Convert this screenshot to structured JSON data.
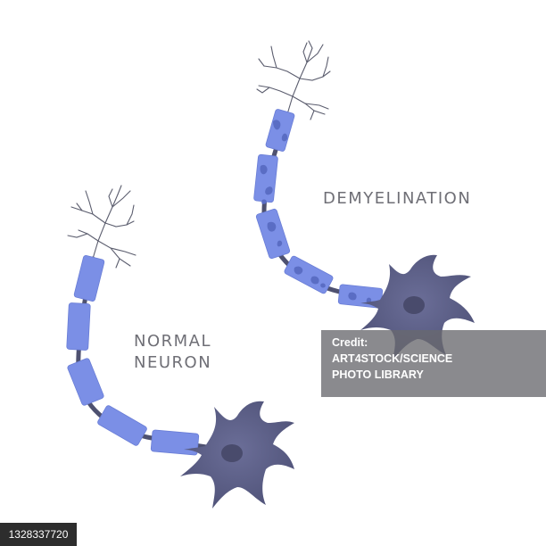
{
  "labels": {
    "normal_line1": "NORMAL",
    "normal_line2": "NEURON",
    "demyelination": "DEMYELINATION"
  },
  "watermark": {
    "line1": "Credit:",
    "line2": "ART4STOCK/SCIENCE",
    "line3": "PHOTO LIBRARY"
  },
  "stock_id": "1328337720",
  "colors": {
    "myelin": "#7b8fe6",
    "myelin_dark": "#5a6dc4",
    "soma": "#5c5f86",
    "nucleus": "#494b6c",
    "axon": "#4e5170",
    "dendrite": "#5b5d6e",
    "text": "#6f6f76"
  }
}
